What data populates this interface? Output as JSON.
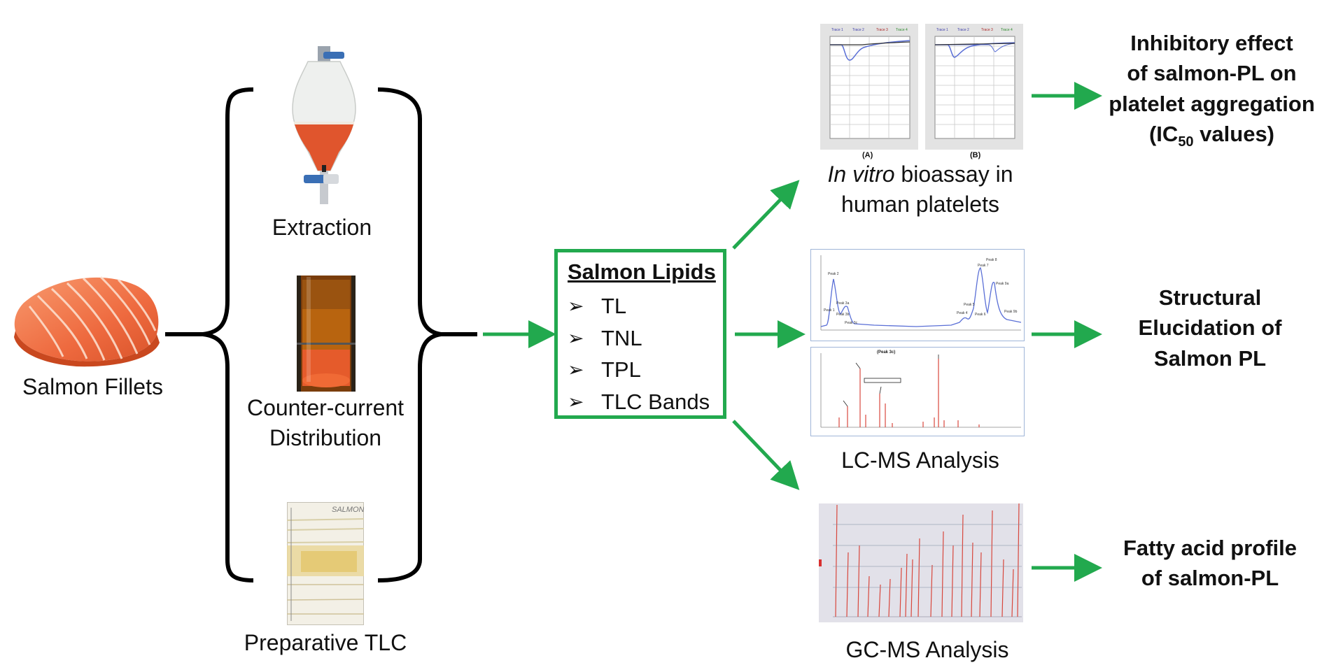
{
  "colors": {
    "accent_green": "#22a94e",
    "salmon": "#f07a50",
    "chart_line": "#5a6fd6",
    "gc_peak": "#d8473d"
  },
  "inputs": {
    "salmon_fillets_label": "Salmon Fillets"
  },
  "methods": [
    {
      "label": "Extraction",
      "icon": "separatory-funnel"
    },
    {
      "label": "Counter-current Distribution",
      "icon": "ccd-tube"
    },
    {
      "label": "Preparative TLC",
      "icon": "tlc-plate"
    }
  ],
  "tlc_plate_text": "SALMON",
  "lipids_box": {
    "title": "Salmon Lipids",
    "items": [
      "TL",
      "TNL",
      "TPL",
      "TLC Bands"
    ]
  },
  "analyses": {
    "bioassay": {
      "label_italic": "In vitro",
      "label_rest": " bioassay in",
      "label_line2": "human platelets",
      "panel_a": "(A)",
      "panel_b": "(B)"
    },
    "lcms": {
      "label": "LC-MS Analysis",
      "ms_title": "(Peak 3c)"
    },
    "gcms": {
      "label": "GC-MS Analysis"
    }
  },
  "results": {
    "inhibitory": {
      "line1": "Inhibitory effect",
      "line2": "of salmon-PL on",
      "line3": "platelet aggregation",
      "line4_pre": "(IC",
      "line4_sub": "50",
      "line4_post": " values)"
    },
    "structural": {
      "line1": "Structural",
      "line2": "Elucidation of",
      "line3": "Salmon PL"
    },
    "fatty": {
      "line1": "Fatty acid profile",
      "line2": "of salmon-PL"
    }
  }
}
